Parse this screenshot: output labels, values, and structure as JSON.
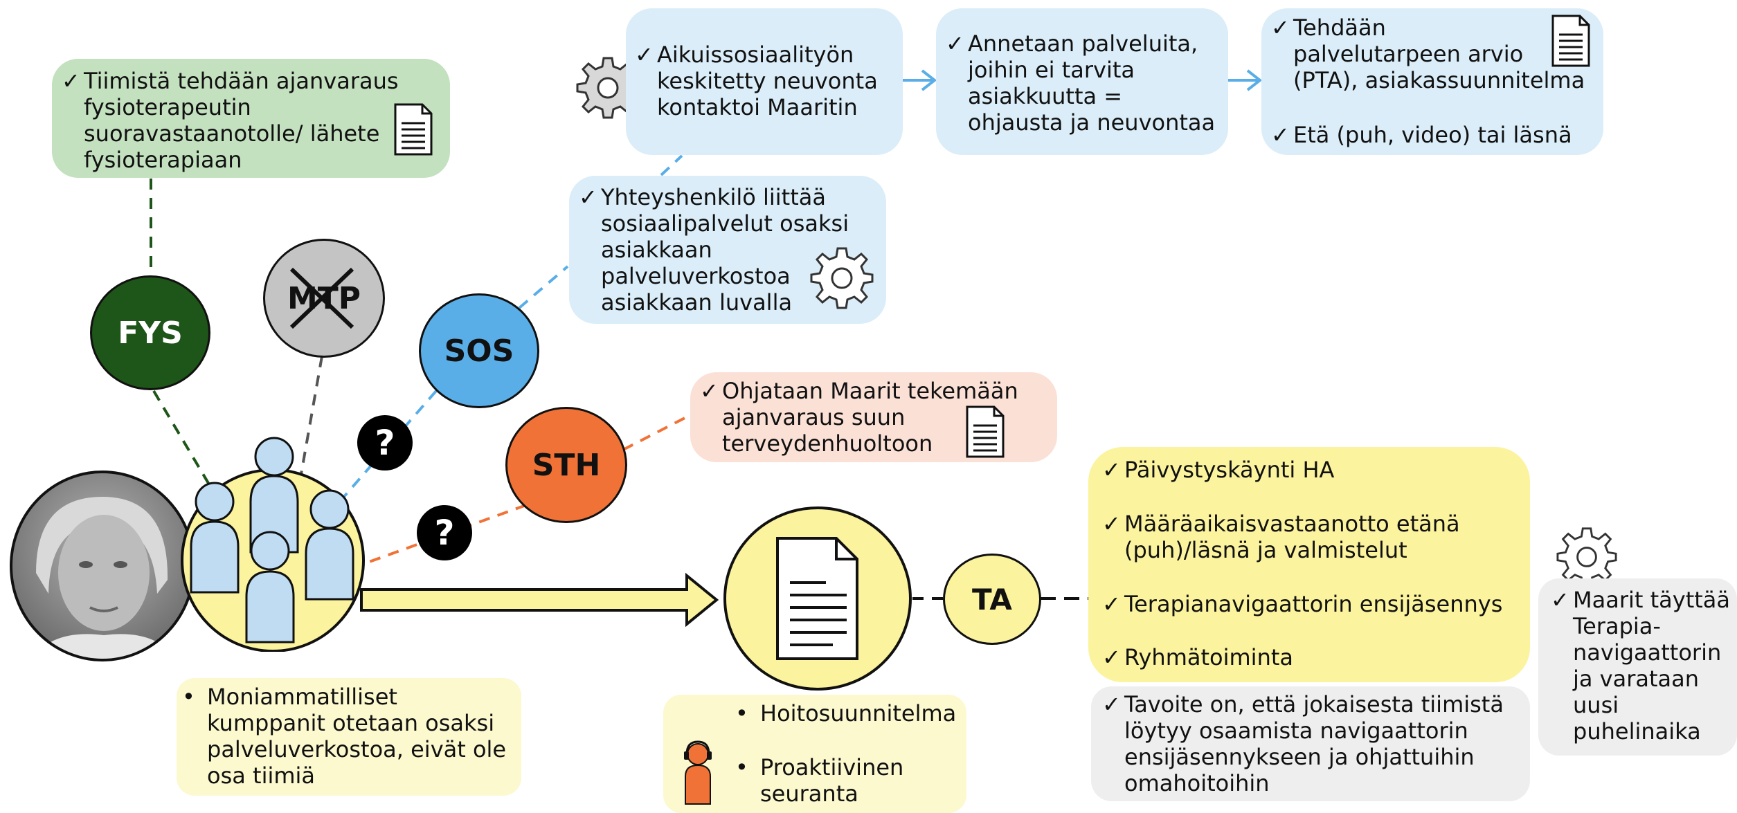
{
  "colors": {
    "fys": "#1e5518",
    "mtp": "#c4c4c4",
    "sos": "#5aaee8",
    "sth": "#f07236",
    "ta": "#fbf39d",
    "hub": "#fbf39d",
    "figure": "#bfdcf2",
    "headset_person": "#f07236"
  },
  "nodes": {
    "fys": "FYS",
    "mtp": "MTP",
    "sos": "SOS",
    "sth": "STH",
    "ta": "TA",
    "question_mark": "?"
  },
  "boxes": {
    "green_fys": {
      "items": [
        "Tiimistä tehdään ajanvaraus\nfysioterapeutin\nsuoravastaanotolle/ lähete\nfysioterapiaan"
      ]
    },
    "sos_contact": {
      "items": [
        "Aikuissosiaalityön\nkeskitetty neuvonta\nkontaktoi Maaritin"
      ]
    },
    "sos_services": {
      "items": [
        "Annetaan palveluita,\njoihin ei tarvita\nasiakkuutta =\nohjausta ja neuvontaa"
      ]
    },
    "sos_assessment": {
      "items": [
        "Tehdään\npalvelutarpeen arvio\n(PTA), asiakassuunnitelma",
        "Etä (puh, video) tai läsnä"
      ]
    },
    "sos_link": {
      "items": [
        "Yhteyshenkilö liittää\nsosiaalipalvelut osaksi\nasiakkaan\npalveluverkostoa\nasiakkaan luvalla"
      ]
    },
    "sth_dental": {
      "items": [
        "Ohjataan Maarit tekemään\najanvaraus suun\nterveydenhuoltoon"
      ]
    },
    "ta_visits": {
      "items": [
        "Päivystyskäynti HA",
        "Määräaikaisvastaanotto etänä\n(puh)/läsnä ja valmistelut",
        "Terapianavigaattorin ensijäsennys",
        "Ryhmätoiminta"
      ]
    },
    "ta_goal": {
      "items": [
        "Tavoite on, että jokaisesta tiimistä\nlöytyy osaamista navigaattorin\nensijäsennykseen ja ohjattuihin\nomahoitoihin"
      ]
    },
    "maarit_fills": {
      "items": [
        "Maarit täyttää\nTerapia-\nnavigaattorin\nja varataan\nuusi\npuhelinaika"
      ]
    },
    "partners": {
      "items": [
        "Moniammatilliset\nkumppanit otetaan osaksi\npalveluverkostoa, eivät ole\nosa tiimiä"
      ]
    },
    "care_plan": {
      "items": [
        "Hoitosuunnitelma",
        "Proaktiivinen\nseuranta"
      ]
    }
  }
}
